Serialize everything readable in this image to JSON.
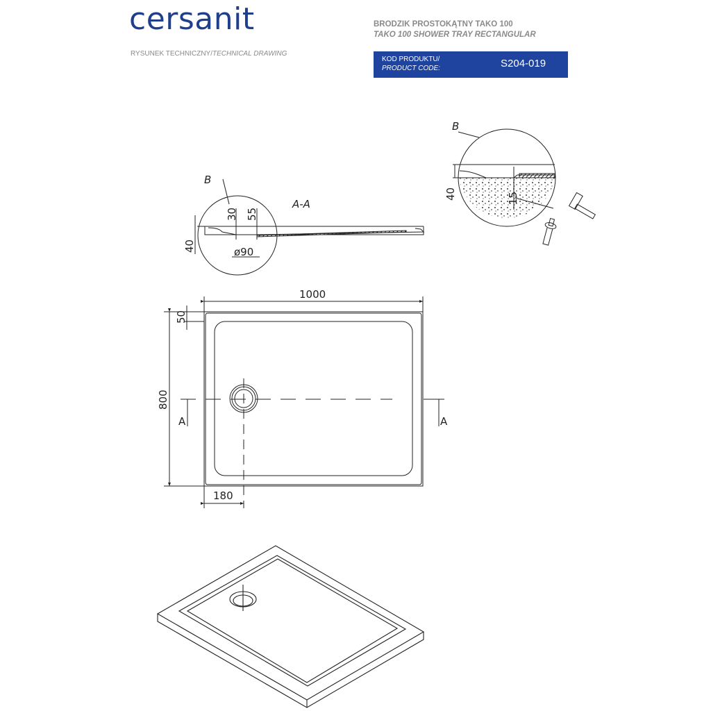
{
  "header": {
    "brand": "cersanit",
    "drawing_type": "RYSUNEK TECHNICZNY/",
    "drawing_type_en": "TECHNICAL DRAWING",
    "title_pl": "BRODZIK PROSTOKĄTNY TAKO 100",
    "title_en": "TAKO 100 SHOWER TRAY RECTANGULAR",
    "code_label_pl": "KOD PRODUKTU/",
    "code_label_en": "PRODUCT CODE:",
    "product_code": "S204-019",
    "brand_color": "#1f3e8c",
    "code_box_color": "#1e44a0"
  },
  "section_view": {
    "title": "A-A",
    "detail_label": "B",
    "dim_height": "40",
    "dim_30": "30",
    "dim_55": "55",
    "dim_diameter": "ø90"
  },
  "detail_view": {
    "label": "B",
    "dim_height": "40",
    "dim_15": "15"
  },
  "plan_view": {
    "width": "1000",
    "depth": "800",
    "rim": "50",
    "drain_offset": "180",
    "section_marker_left": "A",
    "section_marker_right": "A"
  },
  "iso_view": {
    "description": "isometric view of shower tray"
  }
}
